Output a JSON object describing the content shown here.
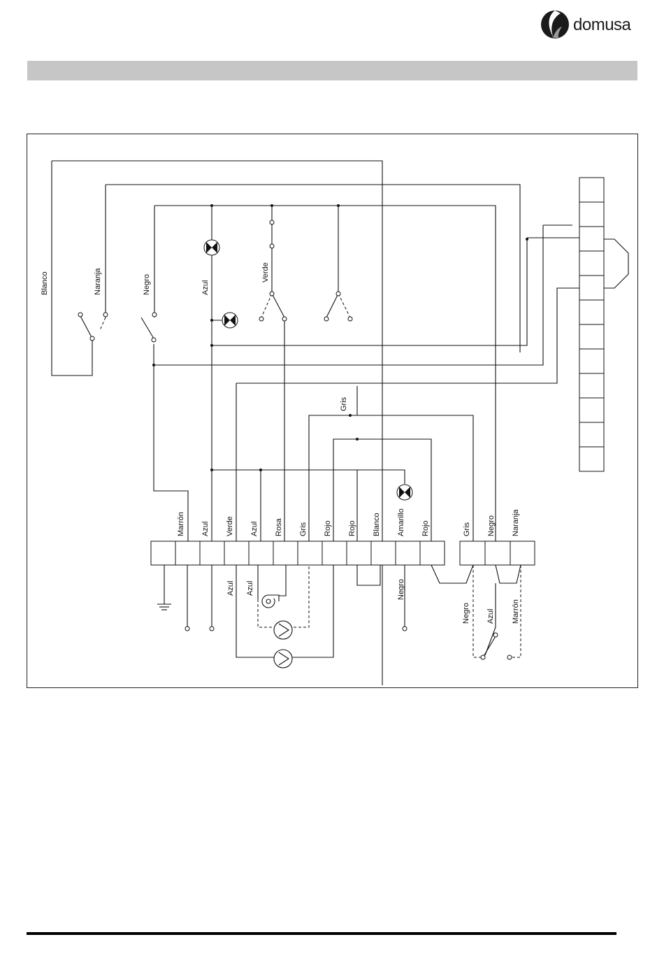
{
  "header": {
    "brand": "domusa"
  },
  "diagram": {
    "left_wire_labels": [
      {
        "id": "blanco",
        "text": "Blanco"
      },
      {
        "id": "naranja",
        "text": "Naranja"
      },
      {
        "id": "negro",
        "text": "Negro"
      },
      {
        "id": "azul",
        "text": "Azul"
      },
      {
        "id": "verde",
        "text": "Verde"
      },
      {
        "id": "gris",
        "text": "Gris"
      }
    ],
    "terminal_labels": [
      "Marrón",
      "Azul",
      "Verde",
      "Azul",
      "Rosa",
      "Gris",
      "Rojo",
      "Rojo",
      "Blanco",
      "Amarillo",
      "Rojo"
    ],
    "right_terminal_labels": [
      "Gris",
      "Negro",
      "Naranja"
    ],
    "lower_labels": [
      {
        "id": "azul1",
        "text": "Azul"
      },
      {
        "id": "azul2",
        "text": "Azul"
      },
      {
        "id": "negro-low",
        "text": "Negro"
      },
      {
        "id": "negro-sw",
        "text": "Negro"
      },
      {
        "id": "azul-sw",
        "text": "Azul"
      },
      {
        "id": "marron-sw",
        "text": "Marrón"
      }
    ]
  }
}
